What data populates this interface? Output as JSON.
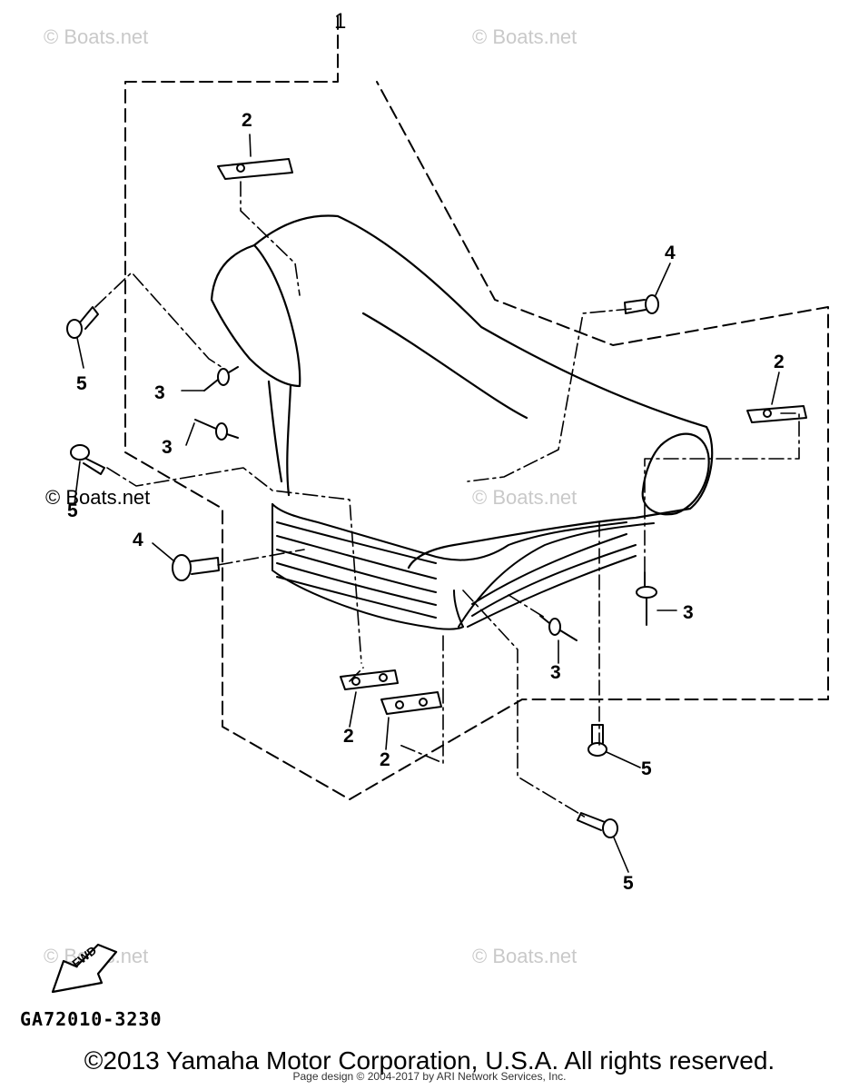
{
  "watermarks": [
    "© Boats.net",
    "© Boats.net",
    "© Boats.net",
    "© Boats.net",
    "© Boats.net",
    "© Boats.net"
  ],
  "callouts": {
    "main_assembly": "1",
    "c2_top": "2",
    "c2_right": "2",
    "c2_bottom_left": "2",
    "c2_bottom_right": "2",
    "c3_left_upper": "3",
    "c3_left_lower": "3",
    "c3_right": "3",
    "c3_center": "3",
    "c4_top_right": "4",
    "c4_left": "4",
    "c5_upper_left": "5",
    "c5_middle_left": "5",
    "c5_bottom_center": "5",
    "c5_bottom": "5"
  },
  "fwd_label": "FWD",
  "diagram_code": "GA72010-3230",
  "copyright": "©2013 Yamaha Motor Corporation, U.S.A. All rights reserved.",
  "page_design": "Page design © 2004-2017 by ARI Network Services, Inc."
}
